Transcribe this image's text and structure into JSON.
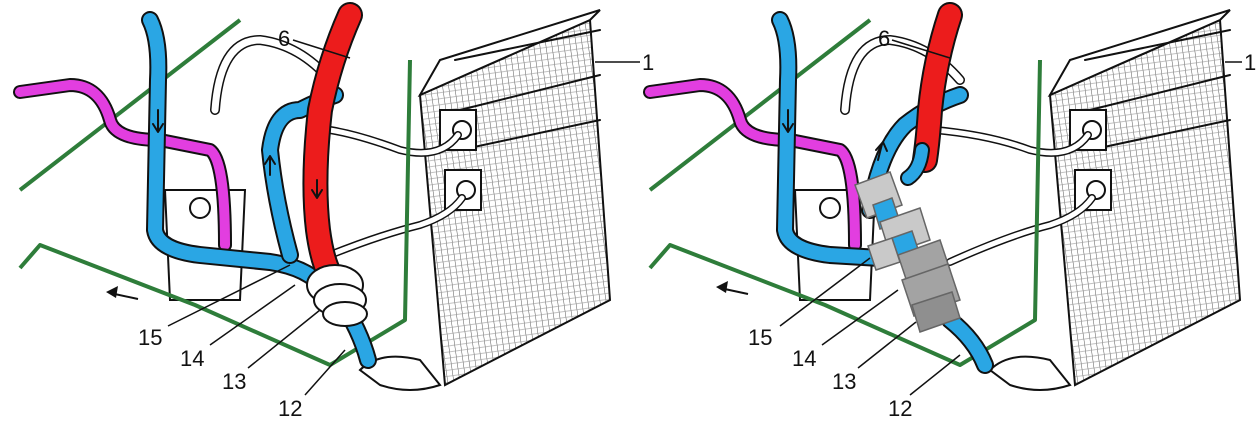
{
  "colors": {
    "coolant_blue": "#2aa6e4",
    "hot_red": "#ec1c1c",
    "heater_magenta": "#e23ee0",
    "frame_green": "#2e7d3a",
    "part_gray": "#a3a3a3",
    "light_gray": "#c9c9c9"
  },
  "panels": [
    {
      "id": "before",
      "callouts": {
        "c1": "1",
        "c6": "6",
        "c12": "12",
        "c13": "13",
        "c14": "14",
        "c15": "15"
      }
    },
    {
      "id": "after",
      "callouts": {
        "c1": "1",
        "c6": "6",
        "c12": "12",
        "c13": "13",
        "c14": "14",
        "c15": "15"
      }
    }
  ],
  "icons": {
    "flow_arrow": "arrow-left-icon"
  }
}
